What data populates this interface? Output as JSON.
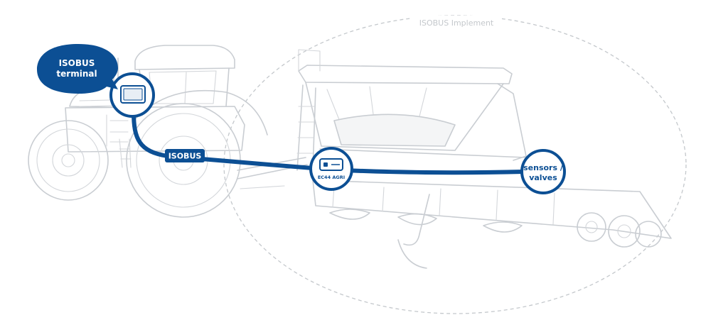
{
  "diagram": {
    "implement_region_label": "ISOBUS Implement",
    "terminal_callout": {
      "line1": "ISOBUS",
      "line2": "terminal"
    },
    "bus_label": "ISOBUS",
    "ecu_label": "EC44 AGRI",
    "sensors_node": {
      "line1": "sensors /",
      "line2": "valves"
    }
  },
  "colors": {
    "accent_blue": "#0c4f94",
    "sketch_gray": "#c9cdd2",
    "region_dash_gray": "#c4c8cc"
  }
}
